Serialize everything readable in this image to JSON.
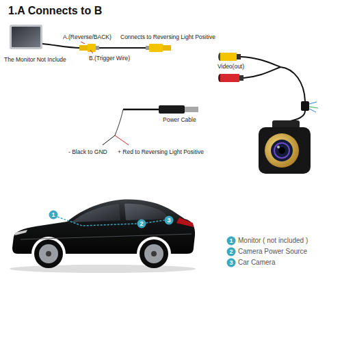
{
  "diagram": {
    "title": "1.A Connects to B",
    "labels": [
      "The Monitor Not Include",
      "A.(Reverse/BACK)",
      "Connects to Reversing Light Positive",
      "B.(Trigger Wire)",
      "Power Cable",
      "- Black to GND",
      "+ Red to Reversing Light Positive",
      "Video(out)",
      "1",
      "2",
      "3",
      "1",
      "2",
      "3"
    ],
    "legend": [
      {
        "text": "Monitor ( not included )"
      },
      {
        "text": "Camera Power Source"
      },
      {
        "text": "Car Camera"
      }
    ]
  }
}
